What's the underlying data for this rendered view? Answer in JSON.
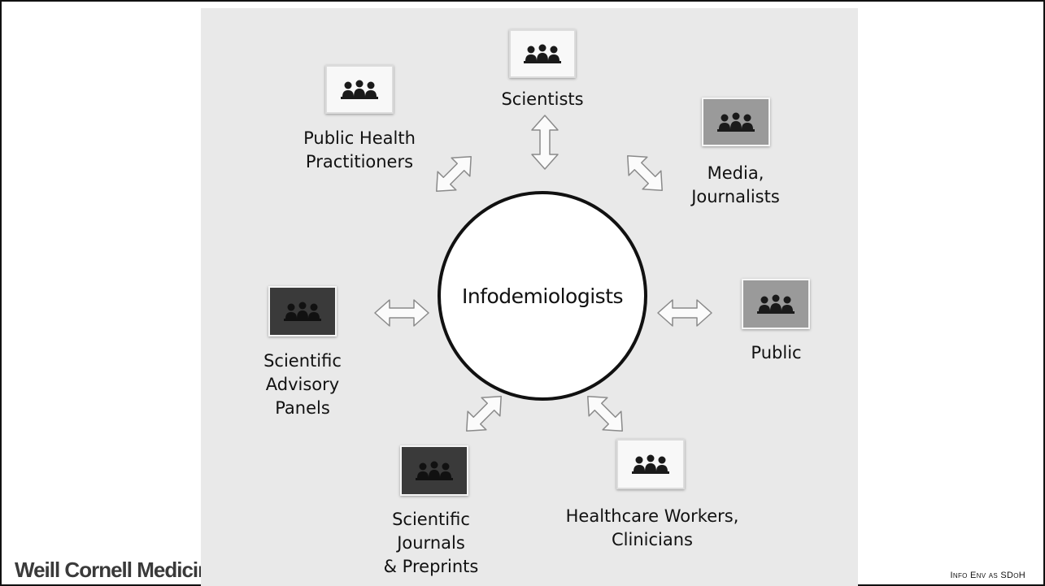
{
  "center": {
    "label": "Infodemiologists"
  },
  "nodes": {
    "scientists": {
      "label": "Scientists",
      "tile": "light",
      "icon": "group-icon"
    },
    "public_health": {
      "label": "Public Health\nPractitioners",
      "tile": "light",
      "icon": "group-icon"
    },
    "media": {
      "label": "Media,\nJournalists",
      "tile": "mid",
      "icon": "group-icon"
    },
    "public": {
      "label": "Public",
      "tile": "mid",
      "icon": "group-icon"
    },
    "advisory": {
      "label": "Scientific\nAdvisory\nPanels",
      "tile": "dark",
      "icon": "group-icon"
    },
    "journals": {
      "label": "Scientific\nJournals\n& Preprints",
      "tile": "dark",
      "icon": "group-icon"
    },
    "healthcare": {
      "label": "Healthcare Workers,\nClinicians",
      "tile": "light",
      "icon": "group-icon"
    }
  },
  "arrow_icon": "double-headed-arrow-icon",
  "footer": {
    "logo_text": "Weill Cornell Medicine",
    "logo_icon": "seal-icon",
    "tag": "Info Env as SDoH"
  },
  "colors": {
    "panel": "#e9e9e9",
    "tile_light": "#f8f8f8",
    "tile_mid": "#9a9a9a",
    "tile_dark": "#3a3a3a",
    "circle_border": "#111111"
  }
}
